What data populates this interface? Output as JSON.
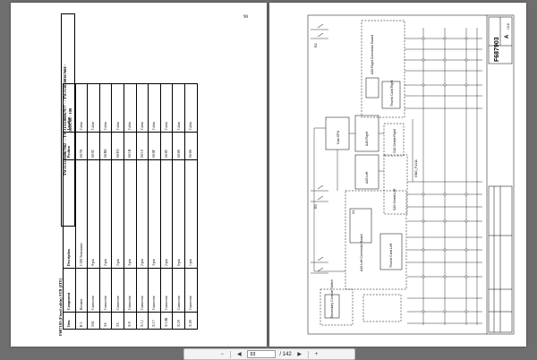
{
  "left_page": {
    "page_number": "90",
    "doc_title": "TWJ131100067902 - / TWJ131100067977 - / TWJ150200367668 -",
    "doc_subtitle": "1609706 - 100",
    "table_caption": "F687103 (Fixed cabin) STR (ITE)",
    "headers": [
      "Item",
      "Component",
      "Description",
      "Position",
      "Location"
    ],
    "rows": [
      [
        "R 3",
        "Resistor",
        "CAN Terminator",
        "60/TS",
        "Cabin"
      ],
      [
        "X02",
        "Connector",
        "9-pin",
        "60/0C",
        "Cabin"
      ],
      [
        "X6",
        "Connector",
        "2-pin",
        "60/BE",
        "Cabin"
      ],
      [
        "X5",
        "Connector",
        "2-pin",
        "60/H5",
        "Cabin"
      ],
      [
        "X/9",
        "Connector",
        "3-pin",
        "60/1B",
        "Cabin"
      ],
      [
        "X/12",
        "Connector",
        "2-pin",
        "60/10",
        "Cabin"
      ],
      [
        "X/17",
        "Connector",
        "3-pin",
        "60/8F",
        "Cabin"
      ],
      [
        "X/18B",
        "Connector",
        "2-pin",
        "60/8T",
        "Cabin"
      ],
      [
        "X/29",
        "Connector",
        "6-pin",
        "60/8S",
        "Cabin"
      ],
      [
        "X/49",
        "Connector",
        "1-pin",
        "60/8S",
        "Cabin"
      ]
    ]
  },
  "right_page": {
    "drawing_number": "F687903",
    "revision": "A",
    "sheet": "1/18",
    "labels": {
      "a30": "A30 Right Connector Board",
      "cpu": "Cab CPU",
      "a10": "A10 Right",
      "thumb_r": "Thumb Card Right",
      "sw_r": "S10 Shield Right",
      "gnd": "GND_F1411",
      "a20": "A20 Left",
      "sw_l": "S20 Shield Left",
      "a40": "A40 Left Connector Board",
      "thumb_l": "Thumb Card Left",
      "secondary": "Secondary Console Switch",
      "r2": "R2",
      "r3": "R3",
      "x1": "X1"
    }
  },
  "pager": {
    "current_page": "93",
    "total_pages": "/ 142"
  }
}
